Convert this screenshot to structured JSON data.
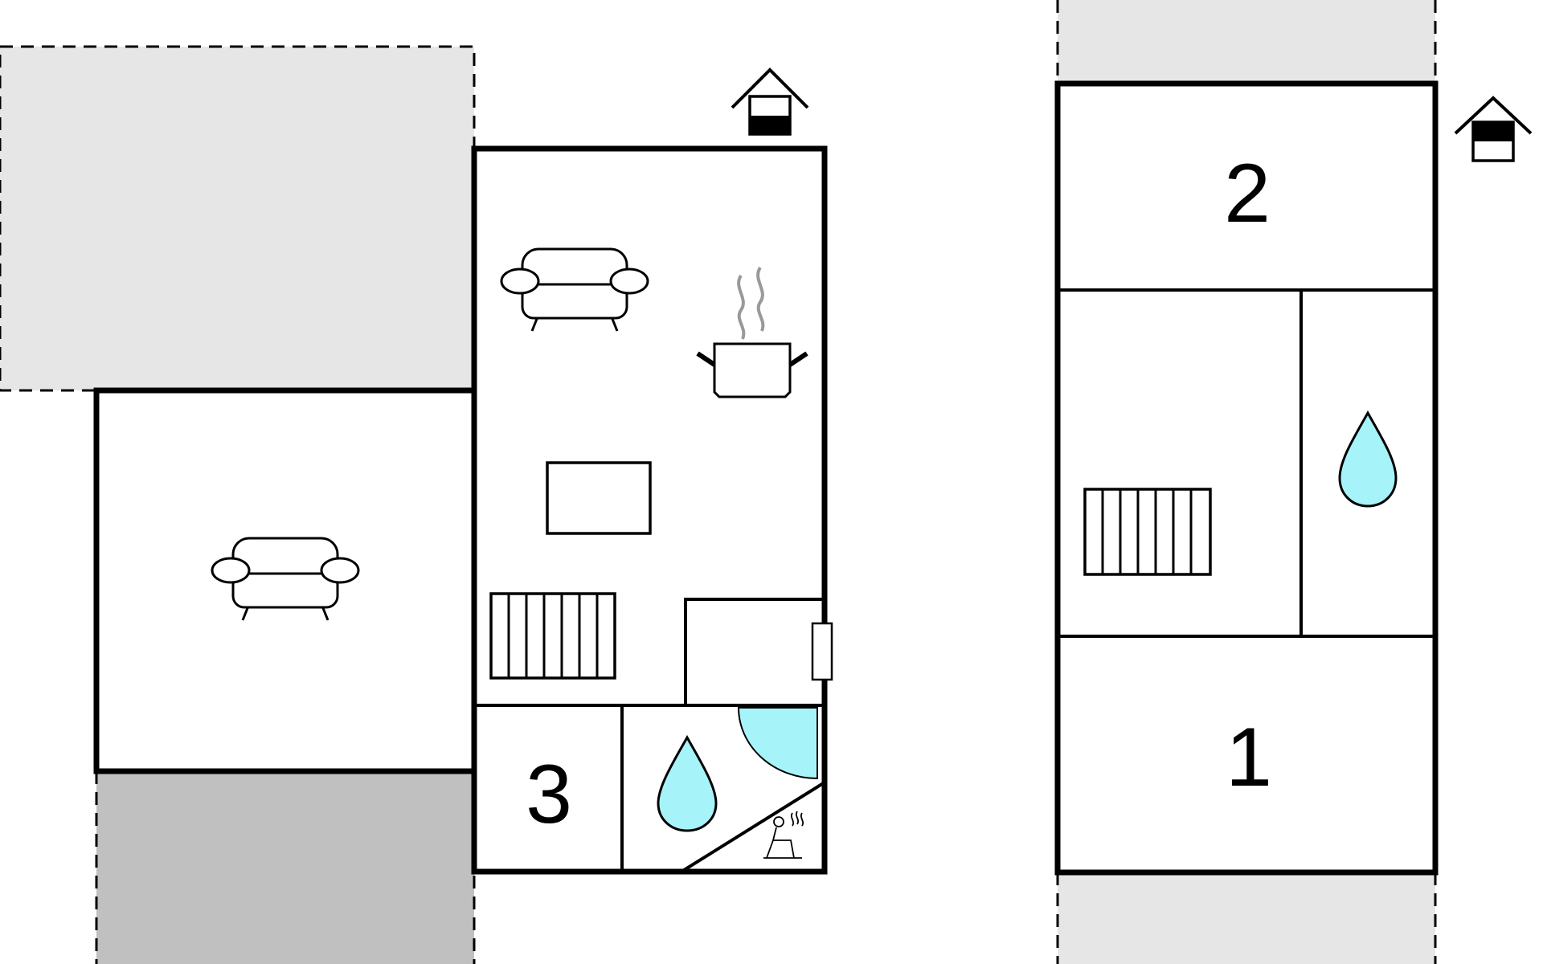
{
  "rooms": {
    "bedroom_3": "3",
    "bedroom_2": "2",
    "bedroom_1": "1"
  },
  "colors": {
    "outdoor_light": "#e6e6e6",
    "outdoor_dark": "#c0c0c0",
    "water": "#a6f4fa",
    "steam": "#999999",
    "wall": "#000000"
  },
  "icons": [
    "sofa-icon",
    "cooking-pot-icon",
    "table-icon",
    "stairs-icon",
    "water-drop-icon",
    "shower-icon",
    "sauna-icon",
    "house-entrance-icon"
  ]
}
